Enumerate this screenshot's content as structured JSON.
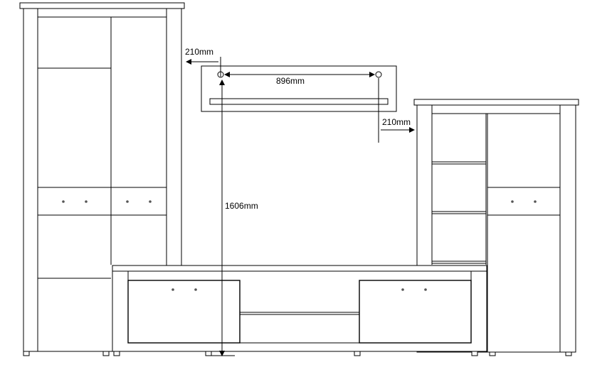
{
  "dimensions": {
    "left_gap": "210mm",
    "hole_spacing": "896mm",
    "right_gap": "210mm",
    "height": "1606mm"
  }
}
